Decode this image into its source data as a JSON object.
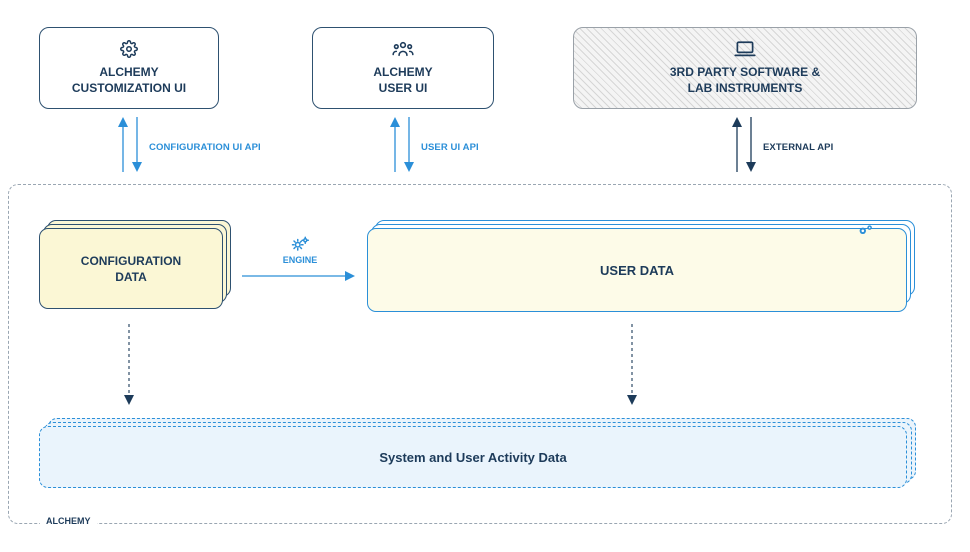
{
  "top_boxes": {
    "customization": {
      "label": "ALCHEMY\nCUSTOMIZATION UI",
      "icon": "gear-icon"
    },
    "user_ui": {
      "label": "ALCHEMY\nUSER UI",
      "icon": "users-icon"
    },
    "third_party": {
      "label": "3RD PARTY SOFTWARE &\nLAB INSTRUMENTS",
      "icon": "laptop-icon"
    }
  },
  "apis": {
    "configuration": "CONFIGURATION UI API",
    "user": "USER UI API",
    "external": "EXTERNAL API"
  },
  "middle": {
    "configuration_data": "CONFIGURATION\nDATA",
    "engine": "ENGINE",
    "user_data": "USER DATA"
  },
  "bottom": {
    "activity": "System and User Activity Data"
  },
  "region": {
    "label": "ALCHEMY"
  },
  "colors": {
    "navy": "#1d3b5a",
    "accent_blue": "#2b8fd8",
    "yellow_fill": "#fbf7d5",
    "activity_fill": "#eaf4fc"
  }
}
